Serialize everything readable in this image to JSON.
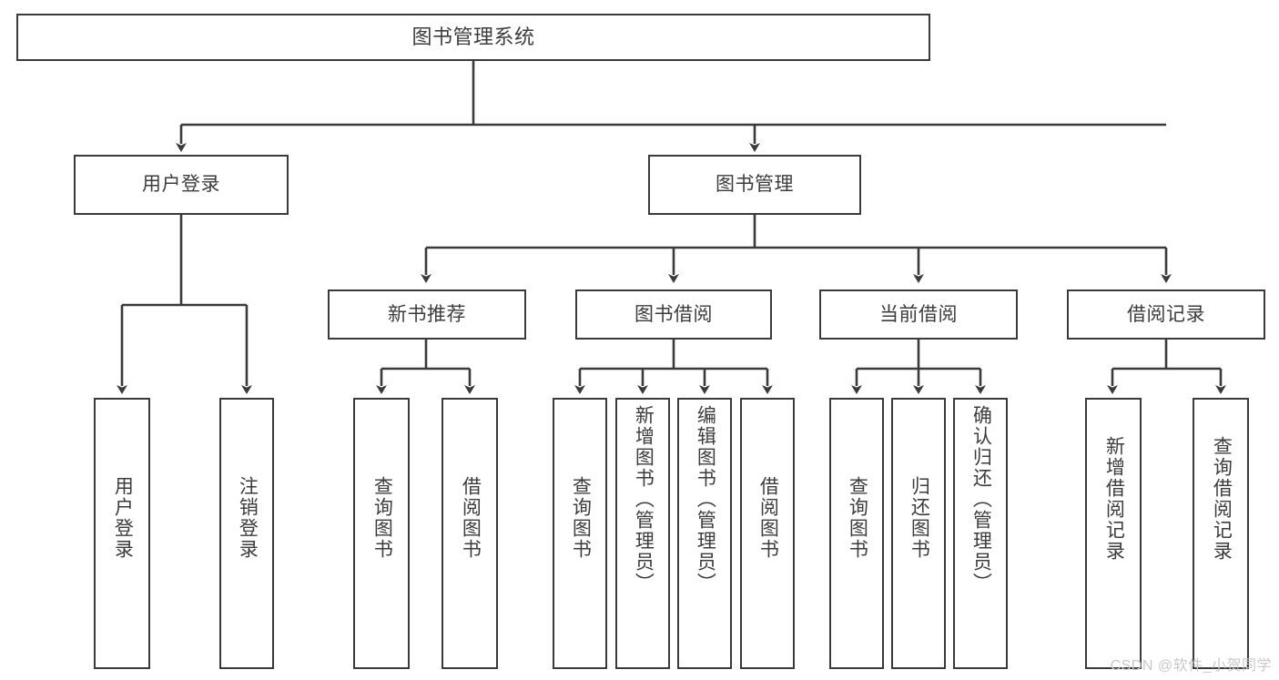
{
  "diagram": {
    "title": "图书管理系统",
    "type": "tree",
    "root": {
      "id": "root",
      "label": "图书管理系统"
    },
    "level2": [
      {
        "id": "user-login",
        "label": "用户登录"
      },
      {
        "id": "book-manage",
        "label": "图书管理"
      }
    ],
    "level3": [
      {
        "id": "new-book-recommend",
        "label": "新书推荐"
      },
      {
        "id": "book-borrow",
        "label": "图书借阅"
      },
      {
        "id": "current-borrow",
        "label": "当前借阅"
      },
      {
        "id": "borrow-record",
        "label": "借阅记录"
      }
    ],
    "leaves": [
      {
        "id": "leaf-user-login",
        "label": "用户登录",
        "parent": "user-login"
      },
      {
        "id": "leaf-logout",
        "label": "注销登录",
        "parent": "user-login"
      },
      {
        "id": "leaf-query-book-1",
        "label": "查询图书",
        "parent": "new-book-recommend"
      },
      {
        "id": "leaf-borrow-book-1",
        "label": "借阅图书",
        "parent": "new-book-recommend"
      },
      {
        "id": "leaf-query-book-2",
        "label": "查询图书",
        "parent": "book-borrow"
      },
      {
        "id": "leaf-add-book",
        "label": "新增图书（管理员）",
        "parent": "book-borrow"
      },
      {
        "id": "leaf-edit-book",
        "label": "编辑图书（管理员）",
        "parent": "book-borrow"
      },
      {
        "id": "leaf-borrow-book-2",
        "label": "借阅图书",
        "parent": "book-borrow"
      },
      {
        "id": "leaf-query-book-3",
        "label": "查询图书",
        "parent": "current-borrow"
      },
      {
        "id": "leaf-return-book",
        "label": "归还图书",
        "parent": "current-borrow"
      },
      {
        "id": "leaf-confirm-return",
        "label": "确认归还（管理员）",
        "parent": "current-borrow"
      },
      {
        "id": "leaf-add-record",
        "label": "新增借阅记录",
        "parent": "borrow-record"
      },
      {
        "id": "leaf-query-record",
        "label": "查询借阅记录",
        "parent": "borrow-record"
      }
    ],
    "colors": {
      "background": "#ffffff",
      "node_fill": "#ffffff",
      "node_border": "#3a3a3a",
      "text": "#3c3c3c",
      "edge": "#3a3a3a",
      "watermark": "#c9c9c9"
    }
  },
  "watermark": {
    "text": "CSDN @软件_小贺同学"
  }
}
